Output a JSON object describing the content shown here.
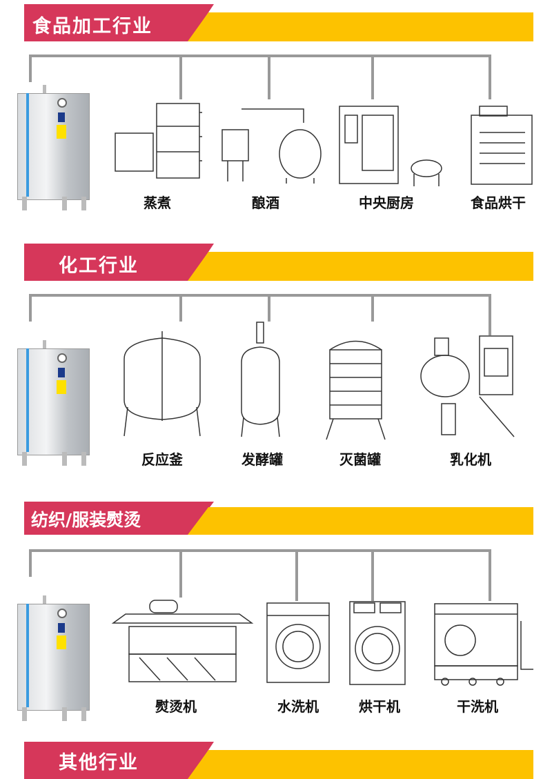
{
  "sections": [
    {
      "title": "食品加工行业",
      "items": [
        {
          "label": "蒸煮"
        },
        {
          "label": "酿酒"
        },
        {
          "label": "中央厨房"
        },
        {
          "label": "食品烘干"
        }
      ]
    },
    {
      "title": "化工行业",
      "items": [
        {
          "label": "反应釜"
        },
        {
          "label": "发酵罐"
        },
        {
          "label": "灭菌罐"
        },
        {
          "label": "乳化机"
        }
      ]
    },
    {
      "title": "纺织/服装熨烫",
      "items": [
        {
          "label": "熨烫机"
        },
        {
          "label": "水洗机"
        },
        {
          "label": "烘干机"
        },
        {
          "label": "干洗机"
        }
      ]
    },
    {
      "title": "其他行业"
    }
  ],
  "colors": {
    "banner_red": "#d6375a",
    "banner_yellow": "#fdc200",
    "connector": "#999999"
  }
}
